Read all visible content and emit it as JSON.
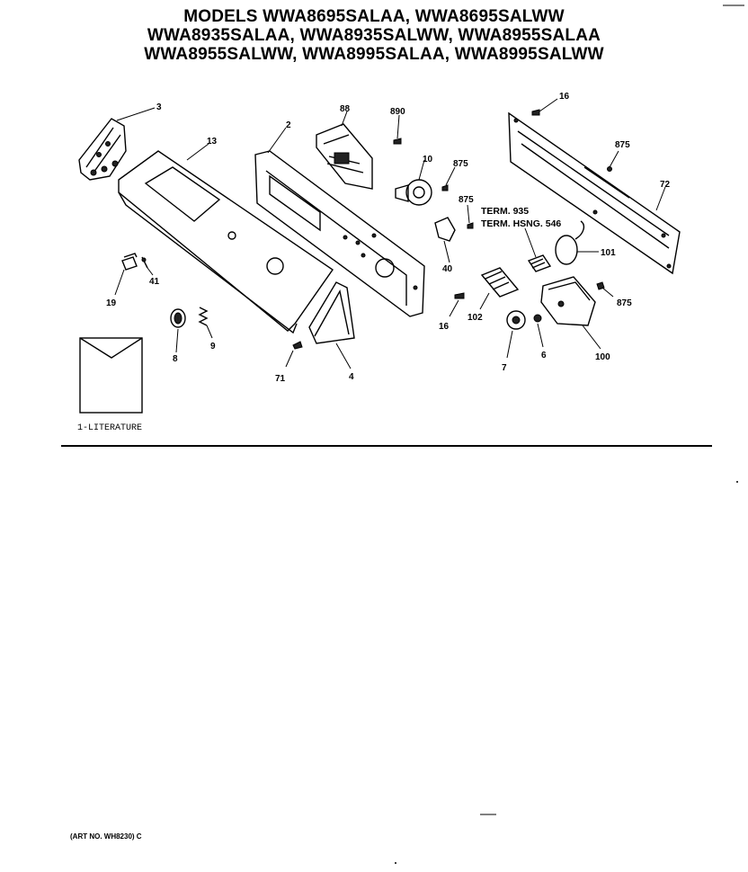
{
  "header": {
    "line1": "MODELS WWA8695SALAA, WWA8695SALWW",
    "line2": "WWA8935SALAA, WWA8935SALWW, WWA8955SALAA",
    "line3": "WWA8955SALWW, WWA8995SALAA, WWA8995SALWW"
  },
  "callouts": {
    "c3": "3",
    "c13": "13",
    "c2": "2",
    "c88": "88",
    "c890": "890",
    "c10": "10",
    "c875a": "875",
    "c875b": "875",
    "c875c": "875",
    "c875d": "875",
    "c16a": "16",
    "c16b": "16",
    "c72": "72",
    "c101": "101",
    "c40": "40",
    "c102": "102",
    "c100": "100",
    "c7": "7",
    "c6": "6",
    "c19": "19",
    "c41": "41",
    "c8": "8",
    "c9": "9",
    "c71": "71",
    "c4": "4"
  },
  "terminal_labels": {
    "term": "TERM. 935",
    "housing": "TERM. HSNG. 546"
  },
  "literature": {
    "label": "1-LITERATURE"
  },
  "footer": {
    "art_no": "(ART NO. WH8230) C"
  }
}
